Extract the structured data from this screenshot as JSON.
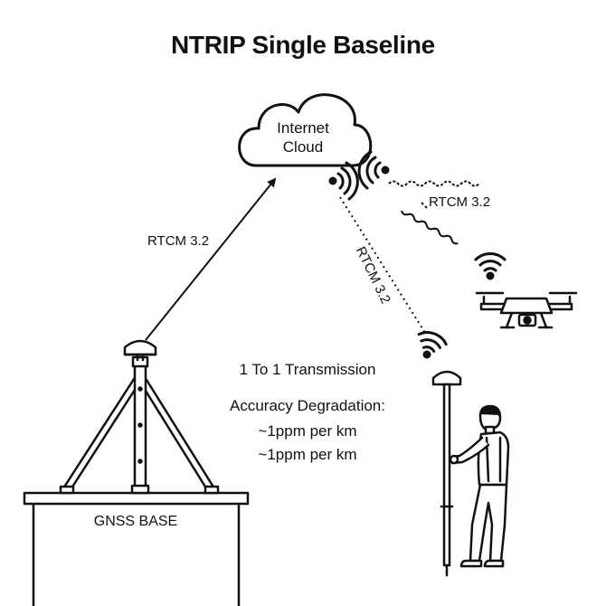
{
  "title": "NTRIP Single Baseline",
  "cloud": {
    "line1": "Internet",
    "line2": "Cloud"
  },
  "links": {
    "base_to_cloud": "RTCM 3.2",
    "cloud_to_drone": "RTCM 3.2",
    "cloud_to_rover": "RTCM 3.2"
  },
  "info": {
    "mode": "1 To 1 Transmission",
    "accuracy_title": "Accuracy Degradation:",
    "accuracy_line1": "~1ppm per km",
    "accuracy_line2": "~1ppm per km"
  },
  "base": {
    "label": "GNSS BASE"
  },
  "colors": {
    "ink": "#111111",
    "background": "#ffffff"
  }
}
